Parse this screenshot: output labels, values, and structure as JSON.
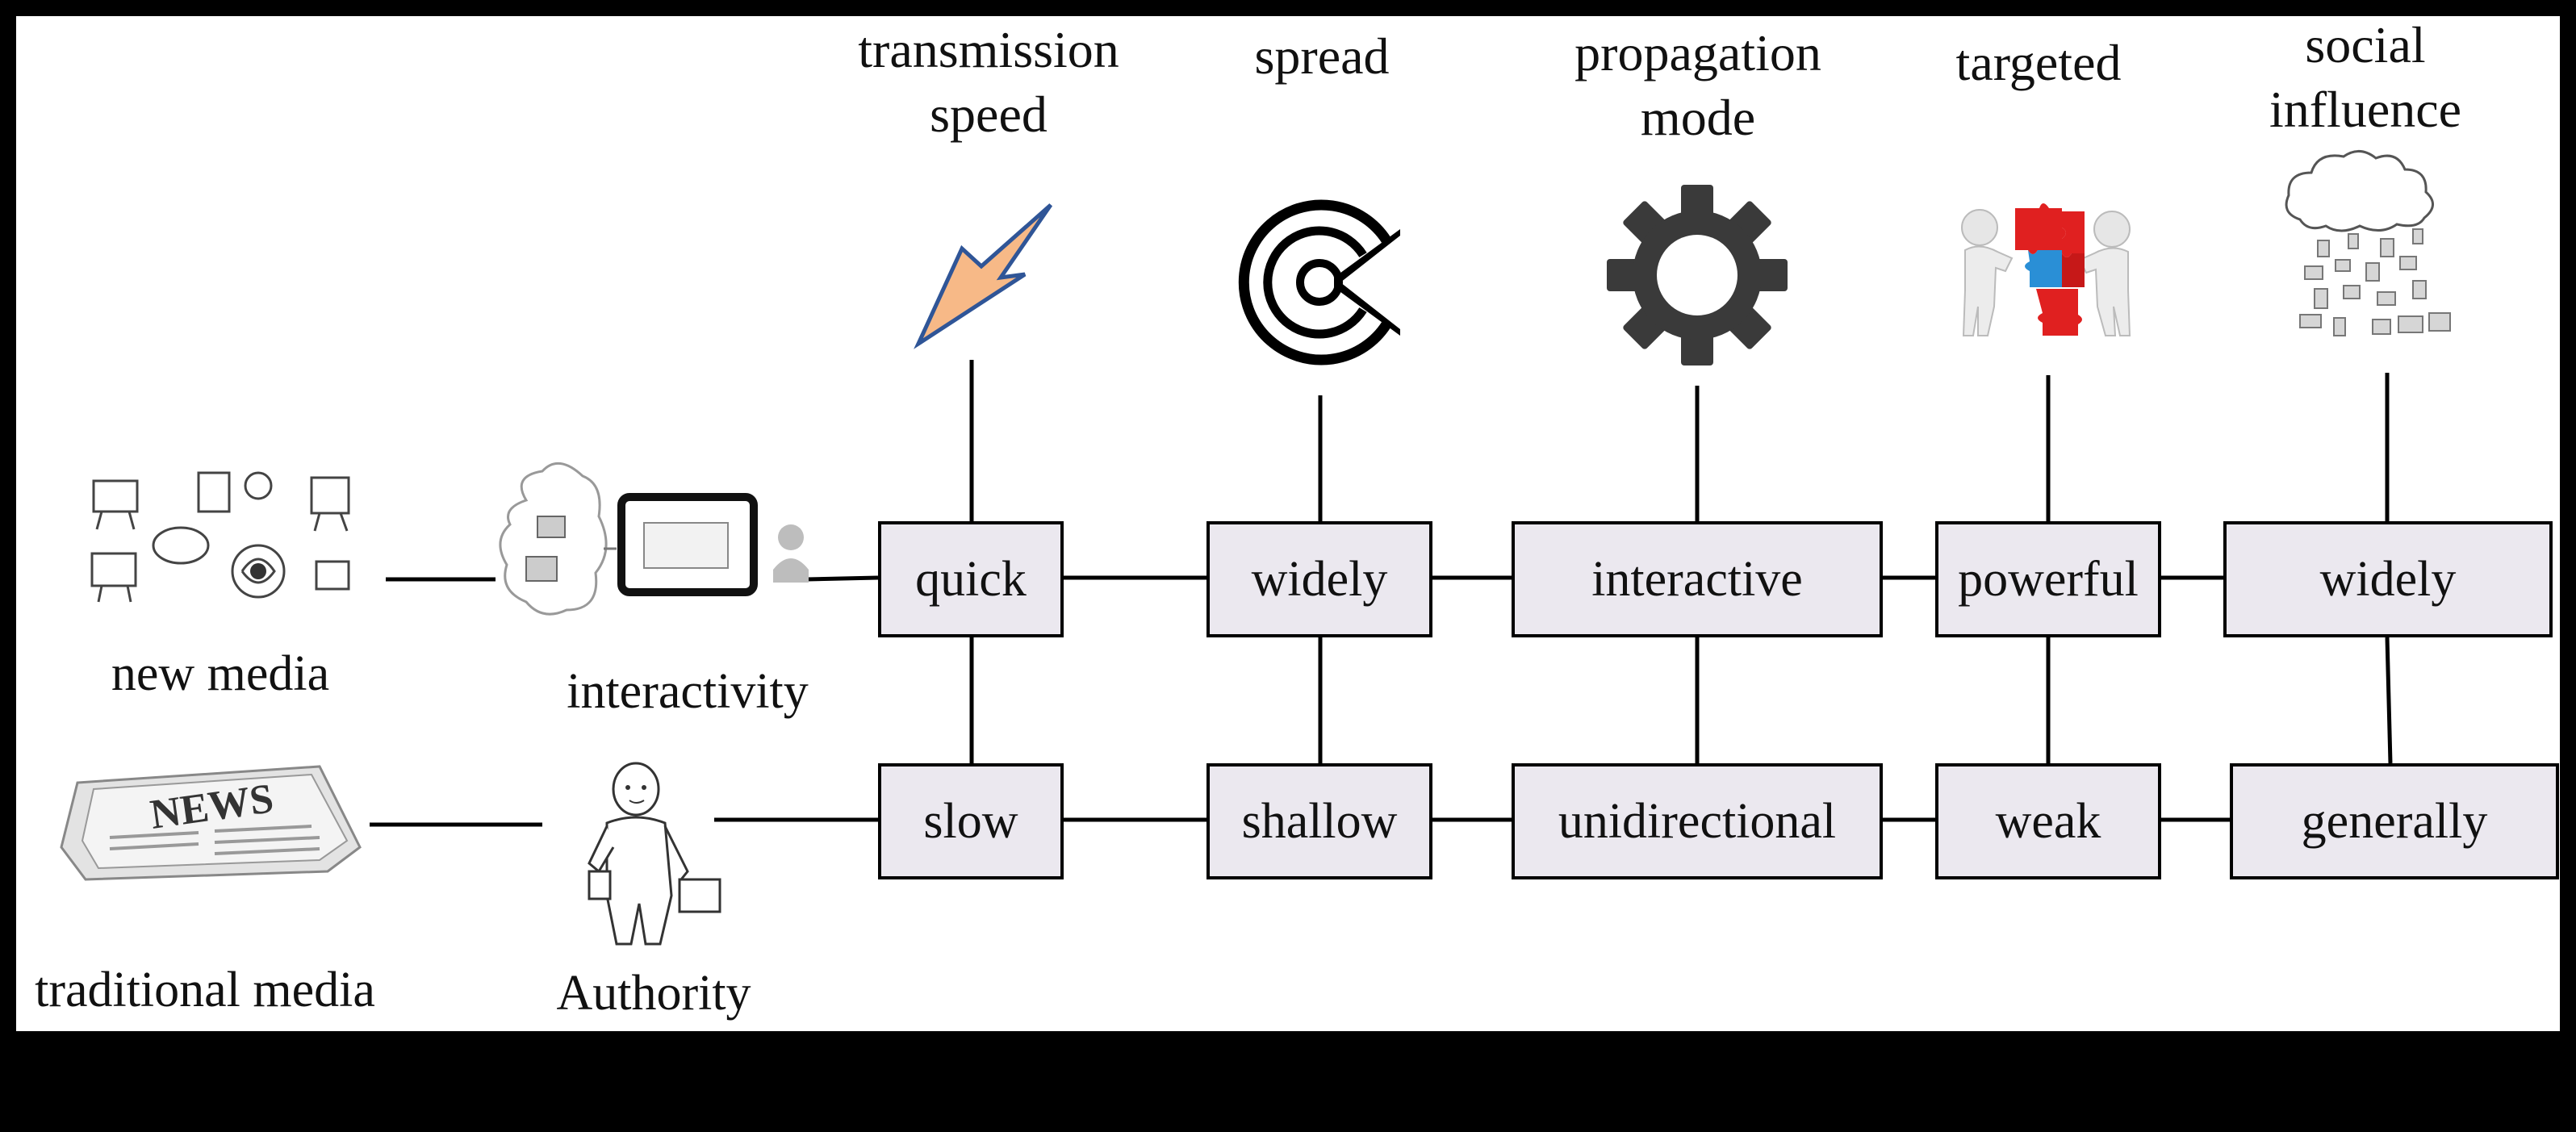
{
  "headers": {
    "transmission": [
      "transmission",
      "speed"
    ],
    "spread": [
      "spread"
    ],
    "propagation": [
      "propagation",
      "mode"
    ],
    "targeted": [
      "targeted"
    ],
    "social": [
      "social",
      "influence"
    ]
  },
  "rows": {
    "new_media": {
      "label": "new media",
      "trait": "interactivity",
      "values": [
        "quick",
        "widely",
        "interactive",
        "powerful",
        "widely"
      ]
    },
    "traditional_media": {
      "label": "traditional media",
      "trait": "Authority",
      "values": [
        "slow",
        "shallow",
        "unidirectional",
        "weak",
        "generally"
      ],
      "newspaper_text": "NEWS"
    }
  },
  "icons": {
    "transmission": "lightning-icon",
    "spread": "concentric-circles-icon",
    "propagation": "gear-icon",
    "targeted": "puzzle-people-icon",
    "social": "cloud-devices-icon",
    "new_media": "devices-sketch-icon",
    "interactivity": "cloud-tablet-icon",
    "traditional_media": "newspaper-icon",
    "authority": "businessman-icon"
  },
  "colors": {
    "box_fill": "#ebe8ef",
    "lightning_fill": "#f7b987",
    "lightning_stroke": "#2f5597",
    "puzzle_red": "#e02020",
    "puzzle_blue": "#2a8fd6"
  }
}
